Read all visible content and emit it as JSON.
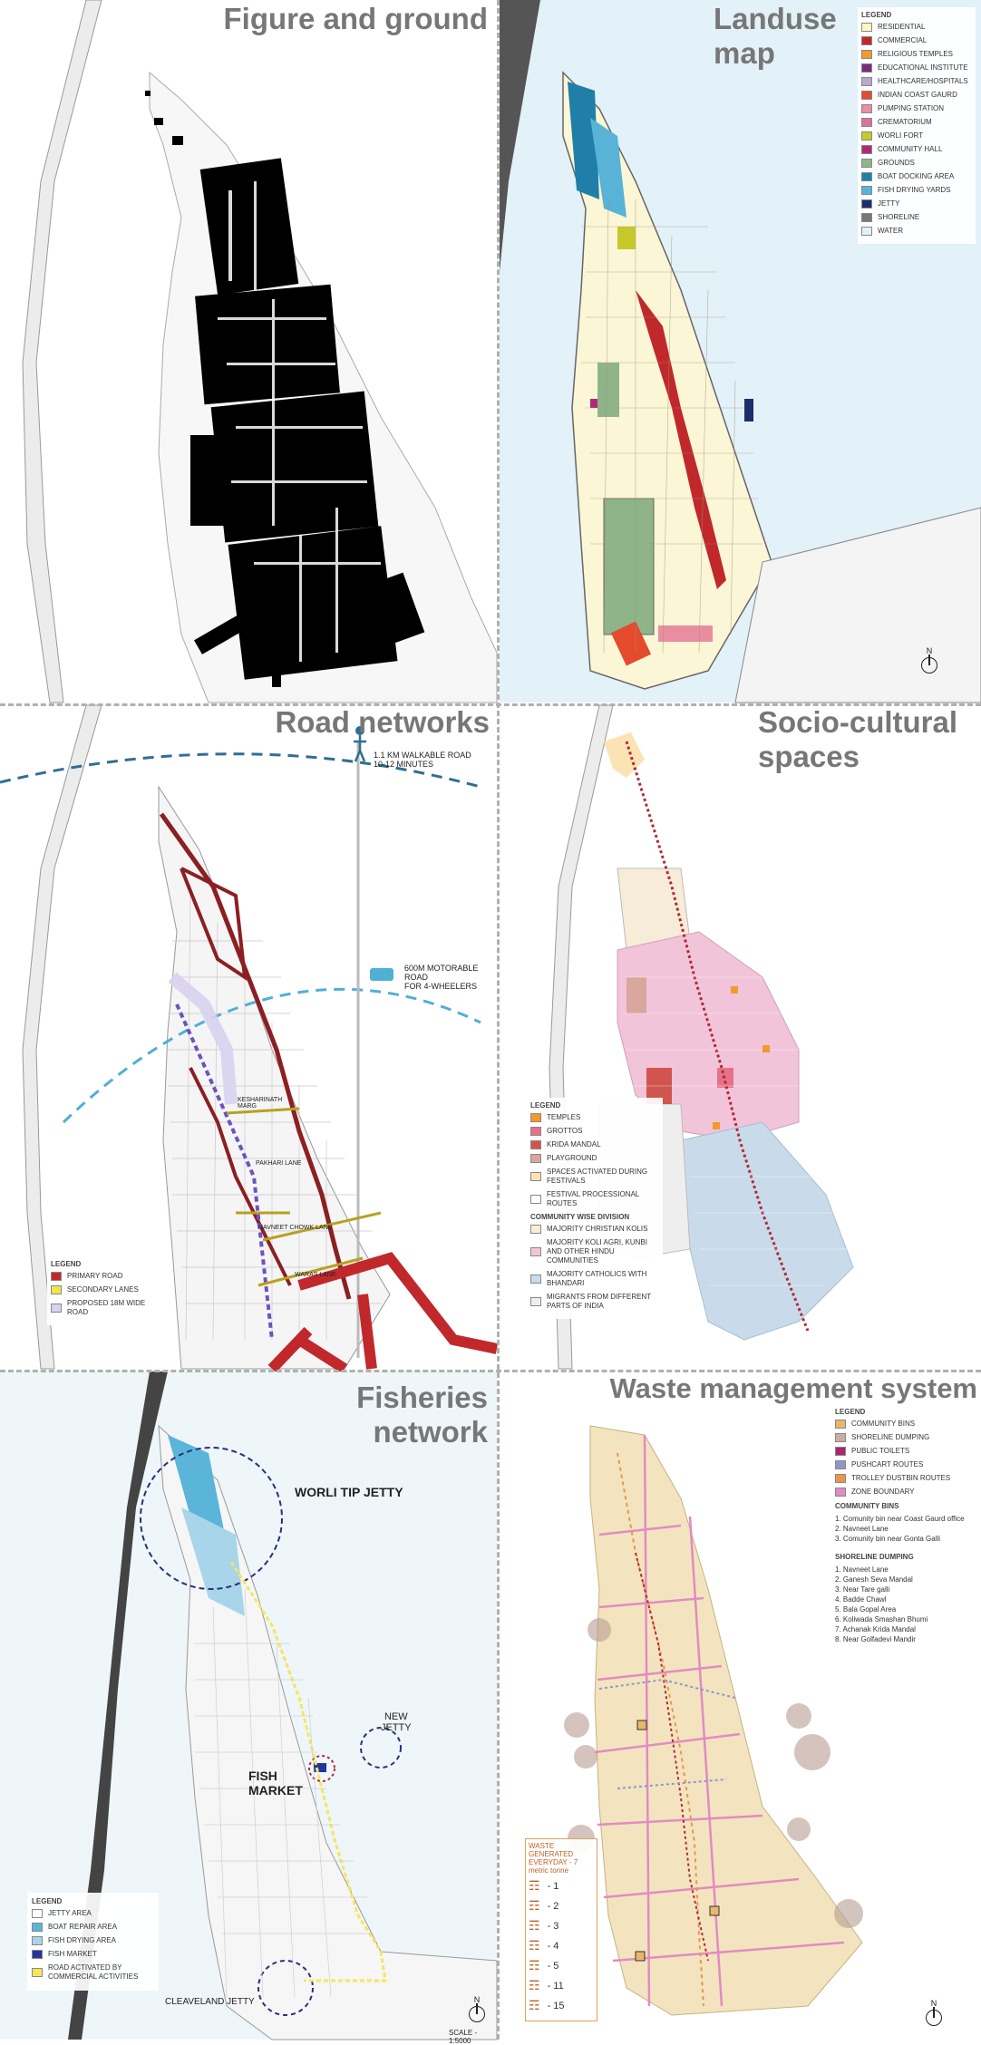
{
  "panels": {
    "figure_ground": {
      "title": "Figure and ground"
    },
    "landuse": {
      "title_line1": "Landuse",
      "title_line2": "map",
      "legend_title": "LEGEND",
      "legend": [
        {
          "label": "RESIDENTIAL",
          "color": "#fff7c2"
        },
        {
          "label": "COMMERCIAL",
          "color": "#c0282c"
        },
        {
          "label": "RELIGIOUS TEMPLES",
          "color": "#f19b2c"
        },
        {
          "label": "EDUCATIONAL INSTITUTE",
          "color": "#7a2a7e"
        },
        {
          "label": "HEALTHCARE/HOSPITALS",
          "color": "#b8a8cf"
        },
        {
          "label": "INDIAN COAST GAURD",
          "color": "#e44b2c"
        },
        {
          "label": "PUMPING STATION",
          "color": "#e98da0"
        },
        {
          "label": "CREMATORIUM",
          "color": "#d6739f"
        },
        {
          "label": "WORLI FORT",
          "color": "#c7c92a"
        },
        {
          "label": "COMMUNITY HALL",
          "color": "#b0287a"
        },
        {
          "label": "GROUNDS",
          "color": "#8fb48a"
        },
        {
          "label": "BOAT DOCKING AREA",
          "color": "#1f7fa8"
        },
        {
          "label": "FISH DRYING YARDS",
          "color": "#58b3d6"
        },
        {
          "label": "JETTY",
          "color": "#1c2d6b"
        },
        {
          "label": "SHORELINE",
          "color": "#777777"
        },
        {
          "label": "WATER",
          "color": "#e3f1f8"
        }
      ],
      "north": "N"
    },
    "roads": {
      "title": "Road networks",
      "walk_note_1": "1.1 KM WALKABLE ROAD",
      "walk_note_2": "10-12 MINUTES",
      "motor_note_1": "600M MOTORABLE",
      "motor_note_2": "ROAD",
      "motor_note_3": "FOR 4-WHEELERS",
      "road_labels": [
        "KESHARINATH MARG",
        "PAKHARI LANE",
        "NAVNEET CHOWK LANE",
        "WARAS LANE"
      ],
      "legend_title": "LEGEND",
      "legend": [
        {
          "label": "PRIMARY ROAD",
          "color": "#c0282c"
        },
        {
          "label": "SECONDARY LANES",
          "color": "#f2e34a"
        },
        {
          "label": "PROPOSED 18M WIDE ROAD",
          "color": "#d9d1f0"
        }
      ]
    },
    "socio": {
      "title_line1": "Socio-cultural",
      "title_line2": "spaces",
      "legend_title": "LEGEND",
      "legend": [
        {
          "label": "TEMPLES",
          "color": "#f19b2c"
        },
        {
          "label": "GROTTOS",
          "color": "#e8718a"
        },
        {
          "label": "KRIDA MANDAL",
          "color": "#d0554f"
        },
        {
          "label": "PLAYGROUND",
          "color": "#d9a79e"
        },
        {
          "label": "SPACES ACTIVATED DURING FESTIVALS",
          "color": "#fbe3b3"
        },
        {
          "label": "FESTIVAL PROCESSIONAL ROUTES",
          "color": "#ffffff"
        }
      ],
      "community_title": "COMMUNITY WISE DIVISION",
      "community": [
        {
          "label": "MAJORITY CHRISTIAN KOLIS",
          "color": "#f6ecd8"
        },
        {
          "label": "MAJORITY KOLI AGRI, KUNBI AND OTHER HINDU COMMUNITIES",
          "color": "#f2c4da"
        },
        {
          "label": "MAJORITY CATHOLICS WITH BHANDARI",
          "color": "#c9dbea"
        },
        {
          "label": "MIGRANTS FROM DIFFERENT PARTS OF INDIA",
          "color": "#eeeeee"
        }
      ]
    },
    "fisheries": {
      "title_line1": "Fisheries",
      "title_line2": "network",
      "label_worli": "WORLI TIP JETTY",
      "label_new_jetty_1": "NEW",
      "label_new_jetty_2": "JETTY",
      "label_fish_market_1": "FISH",
      "label_fish_market_2": "MARKET",
      "label_cleaveland": "CLEAVELAND JETTY",
      "legend_title": "LEGEND",
      "legend": [
        {
          "label": "JETTY AREA",
          "color": "#ffffff"
        },
        {
          "label": "BOAT REPAIR AREA",
          "color": "#5bb5d9"
        },
        {
          "label": "FISH DRYING AREA",
          "color": "#a8d5ea"
        },
        {
          "label": "FISH MARKET",
          "color": "#25349a"
        },
        {
          "label": "ROAD ACTIVATED BY COMMERCIAL ACTIVITIES",
          "color": "#f7e65a"
        }
      ],
      "scale": "SCALE - 1:5000",
      "north": "N"
    },
    "waste": {
      "title": "Waste management system",
      "legend_title": "LEGEND",
      "legend": [
        {
          "label": "COMMUNITY BINS",
          "color": "#e8b76a"
        },
        {
          "label": "SHORELINE DUMPING",
          "color": "#c9aea4"
        },
        {
          "label": "PUBLIC TOILETS",
          "color": "#b0226a"
        },
        {
          "label": "PUSHCART ROUTES",
          "color": "#8e97c9"
        },
        {
          "label": "TROLLEY DUSTBIN ROUTES",
          "color": "#e8964a"
        },
        {
          "label": "ZONE BOUNDARY",
          "color": "#e28bc3"
        }
      ],
      "bins_title": "COMMUNITY BINS",
      "bins": [
        "1. Comunity bin near Coast Gaurd office",
        "2. Navneet Lane",
        "3. Comunity bin near Gonta Galli"
      ],
      "dumping_title": "SHORELINE DUMPING",
      "dumping": [
        "1. Navneet Lane",
        "2. Ganesh Seva Mandal",
        "3. Near Tare galli",
        "4. Badde Chawl",
        "5. Bala Gopal Area",
        "6. Koliwada Smashan Bhumi",
        "7. Achanak Krida Mandal",
        "8. Near Golfadevi Mandir"
      ],
      "generated_title": "WASTE GENERATED EVERYDAY - 7 metric tonne",
      "generated": [
        "1",
        "2",
        "3",
        "4",
        "5",
        "11",
        "15"
      ],
      "north": "N"
    }
  }
}
